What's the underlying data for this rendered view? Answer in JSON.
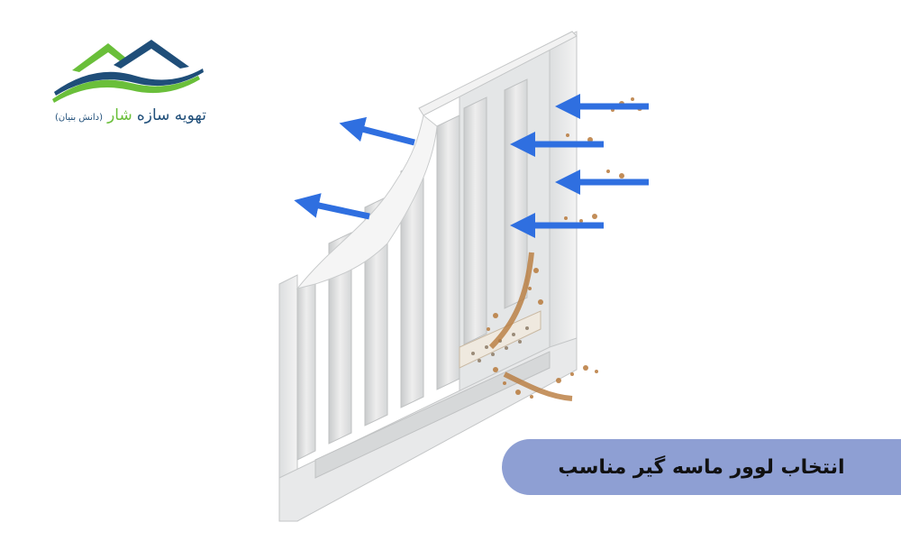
{
  "brand": {
    "name_main": "تهویه سازه",
    "name_accent": "شار",
    "tagline": "(دانش بنیان)"
  },
  "illustration": {
    "subject": "sand trap louver",
    "icons": [
      "airflow-arrow-icon",
      "sand-particles-icon"
    ]
  },
  "banner": {
    "title": "انتخاب لوور ماسه گیر مناسب"
  },
  "colors": {
    "banner_bg": "#8e9fd3",
    "logo_blue": "#1f4e79",
    "logo_green": "#6abf3a",
    "arrow_blue": "#2f6fe0",
    "sand": "#b87a3c"
  }
}
